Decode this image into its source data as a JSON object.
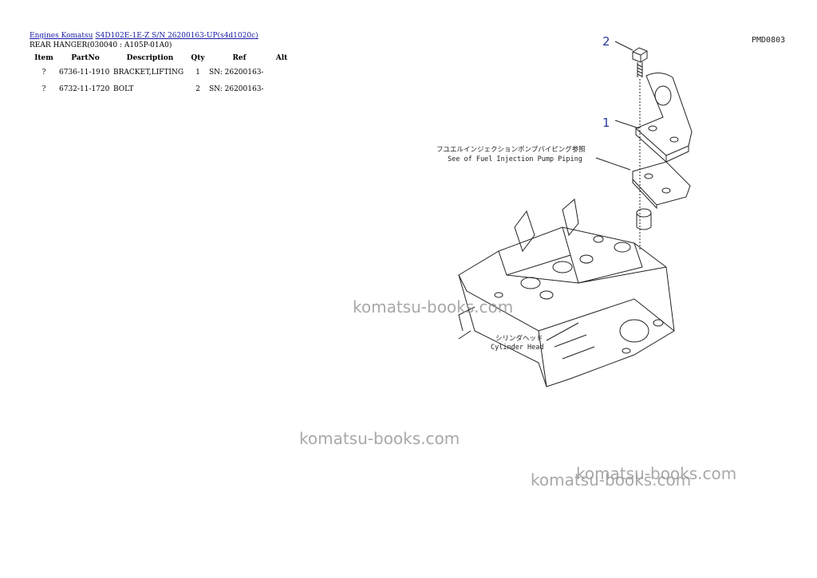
{
  "breadcrumb": {
    "link1": "Engines Komatsu",
    "link2": "S4D102E-1E-Z S/N 26200163-UP(s4d1020c)"
  },
  "page_title": "REAR HANGER(030040 : A105P-01A0)",
  "table": {
    "headers": [
      "Item",
      "PartNo",
      "Description",
      "Qty",
      "Ref",
      "Alt"
    ],
    "rows": [
      {
        "item": "?",
        "part": "6736-11-1910",
        "desc": "BRACKET,LIFTING",
        "qty": "1",
        "ref": "SN: 26200163-",
        "alt": ""
      },
      {
        "item": "?",
        "part": "6732-11-1720",
        "desc": "BOLT",
        "qty": "2",
        "ref": "SN: 26200163-",
        "alt": ""
      }
    ]
  },
  "drawing": {
    "code": "PMD0803",
    "callout1": "1",
    "callout2": "2",
    "note_jp": "フユエルインジェクションポンプパイピング参照",
    "note_en": "See of Fuel Injection Pump Piping",
    "head_jp": "シリンダヘッド",
    "head_en": "Cylinder Head",
    "callout_color": "#2a3a9a"
  },
  "watermark": "komatsu-books.com"
}
